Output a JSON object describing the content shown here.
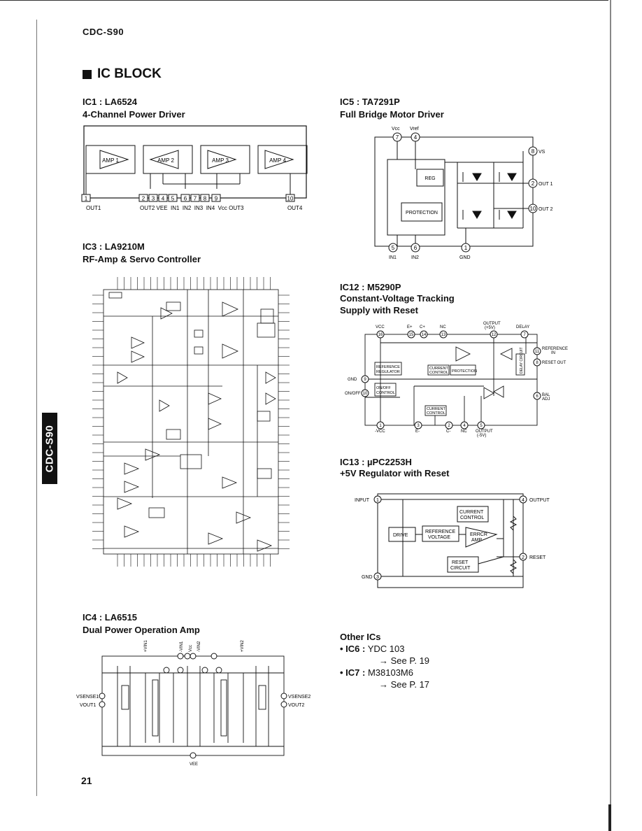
{
  "header": {
    "model": "CDC-S90"
  },
  "section": {
    "title": "IC BLOCK"
  },
  "side_tab": {
    "label": "CDC-S90"
  },
  "page_number": "21",
  "ic1": {
    "title": "IC1 : LA6524",
    "subtitle": "4-Channel Power Driver",
    "amps": [
      "AMP 1",
      "AMP 2",
      "AMP 3",
      "AMP 4"
    ],
    "pins": [
      "1",
      "2",
      "3",
      "4",
      "5",
      "6",
      "7",
      "8",
      "9",
      "10"
    ],
    "pin_labels": [
      "OUT1",
      "OUT2 VEE  IN1  IN2  IN3  IN4  Vcc OUT3",
      "OUT4"
    ]
  },
  "ic3": {
    "title": "IC3 : LA9210M",
    "subtitle": "RF-Amp & Servo Controller"
  },
  "ic4": {
    "title": "IC4 : LA6515",
    "subtitle": "Dual Power Operation Amp",
    "labels": [
      "VSENSE1",
      "VOUT1",
      "VSENSE2",
      "VOUT2",
      "+VIN1",
      "-VIN1",
      "-VIN2",
      "+VIN2",
      "Vcc",
      "VEE"
    ]
  },
  "ic5": {
    "title": "IC5 : TA7291P",
    "subtitle": "Full Bridge Motor Driver",
    "labels": {
      "vcc": "Vcc",
      "vref": "Vref",
      "vs": "VS",
      "out1": "OUT 1",
      "out2": "OUT 2",
      "in1": "IN1",
      "in2": "IN2",
      "gnd": "GND",
      "reg": "REG",
      "protection": "PROTECTION"
    },
    "pins": {
      "vcc": "7",
      "vref": "4",
      "vs": "8",
      "out1": "2",
      "out2": "10",
      "in1": "5",
      "in2": "6",
      "gnd": "1"
    }
  },
  "ic12": {
    "title": "IC12 : M5290P",
    "subtitle1": "Constant-Voltage Tracking",
    "subtitle2": "Supply with Reset",
    "labels": {
      "vcc": "VCC",
      "eplus": "E+",
      "cplus": "C+",
      "nc": "NC",
      "output_top": "OUTPUT",
      "output_top2": "(+5V)",
      "delay": "DELAY",
      "ref_in": "REFERENCE",
      "ref_in2": "IN",
      "reset_out": "RESET OUT",
      "gnd": "GND",
      "onoff": "ON/OFF",
      "bal": "BAL",
      "bal2": "ADJ",
      "mvcc": "-VCC",
      "eminus": "E-",
      "cminus": "C-",
      "nc2": "NC",
      "output_bot": "OUTPUT",
      "output_bot2": "(-5V)",
      "ref_reg": "REFERENCE",
      "ref_reg2": "REGULATOR",
      "cur_ctl": "CURRENT",
      "cur_ctl2": "CONTROL",
      "protection": "PROTECTION",
      "onoff_ctl": "ON/OFF",
      "onoff_ctl2": "CONTROL",
      "cur_ctl_b": "CURRENT",
      "cur_ctl_b2": "CONTROL",
      "delay_circuit": "DELAY CIRCUIT"
    },
    "pins": [
      "16",
      "15",
      "14",
      "13",
      "12",
      "7",
      "11",
      "8",
      "9",
      "10",
      "6",
      "1",
      "3",
      "2",
      "4",
      "5"
    ]
  },
  "ic13": {
    "title": "IC13 : µPC2253H",
    "subtitle": "+5V Regulator with Reset",
    "labels": {
      "input": "INPUT",
      "output": "OUTPUT",
      "reset": "RESET",
      "gnd": "GND",
      "drive": "DRIVE",
      "ref1": "REFERENCE",
      "ref2": "VOLTAGE",
      "cc1": "CURRENT",
      "cc2": "CONTROL",
      "err1": "ERRCR",
      "err2": "AMP",
      "rc1": "RESET",
      "rc2": "CIRCUIT"
    },
    "pins": {
      "input": "1",
      "output": "4",
      "reset": "2",
      "gnd": "3"
    }
  },
  "other": {
    "title": "Other ICs",
    "items": [
      {
        "ic": "• IC6 :",
        "part": " YDC 103",
        "see": "→ See P. 19"
      },
      {
        "ic": "• IC7 :",
        "part": " M38103M6",
        "see": "→ See P. 17"
      }
    ]
  }
}
